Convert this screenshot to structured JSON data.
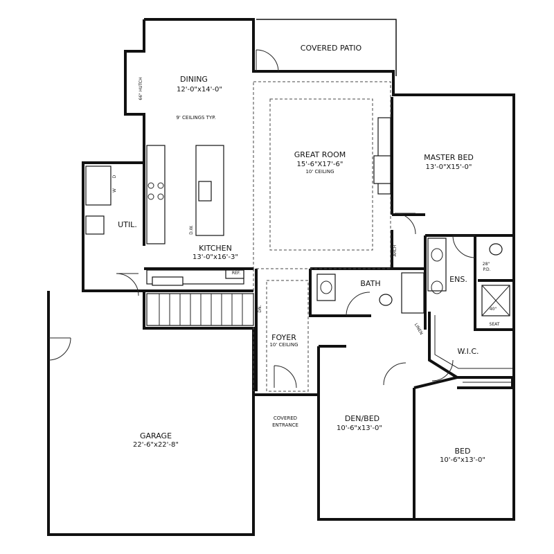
{
  "rooms": {
    "dining": {
      "name": "DINING",
      "dim": "12'-0\"x14'-0\""
    },
    "covered_patio": {
      "name": "COVERED PATIO"
    },
    "great_room": {
      "name": "GREAT ROOM",
      "dim": "15'-6\"X17'-6\"",
      "note": "10' CEILING"
    },
    "master_bed": {
      "name": "MASTER BED",
      "dim": "13'-0\"X15'-0\""
    },
    "kitchen": {
      "name": "KITCHEN",
      "dim": "13'-0\"x16'-3\""
    },
    "util": {
      "name": "UTIL."
    },
    "bath": {
      "name": "BATH"
    },
    "ens": {
      "name": "ENS."
    },
    "wic": {
      "name": "W.I.C."
    },
    "foyer": {
      "name": "FOYER",
      "note": "10' CEILING"
    },
    "den_bed": {
      "name": "DEN/BED",
      "dim": "10'-6\"x13'-0\""
    },
    "bed": {
      "name": "BED",
      "dim": "10'-6\"x13'-0\""
    },
    "garage": {
      "name": "GARAGE",
      "dim": "22'-6\"x22'-8\""
    },
    "covered_entrance": {
      "line1": "COVERED",
      "line2": "ENTRANCE"
    }
  },
  "notes": {
    "ceilings": "9' CEILINGS TYP.",
    "hutch": "66\" HUTCH",
    "ref": "REF.",
    "dw": "D.W.",
    "linen": "LINEN",
    "arch": "ARCH",
    "pd_1": "28\"",
    "pd_2": "P.D.",
    "shower": "40\"",
    "seat": "SEAT",
    "dn": "DN.",
    "w": "W",
    "d": "D"
  }
}
